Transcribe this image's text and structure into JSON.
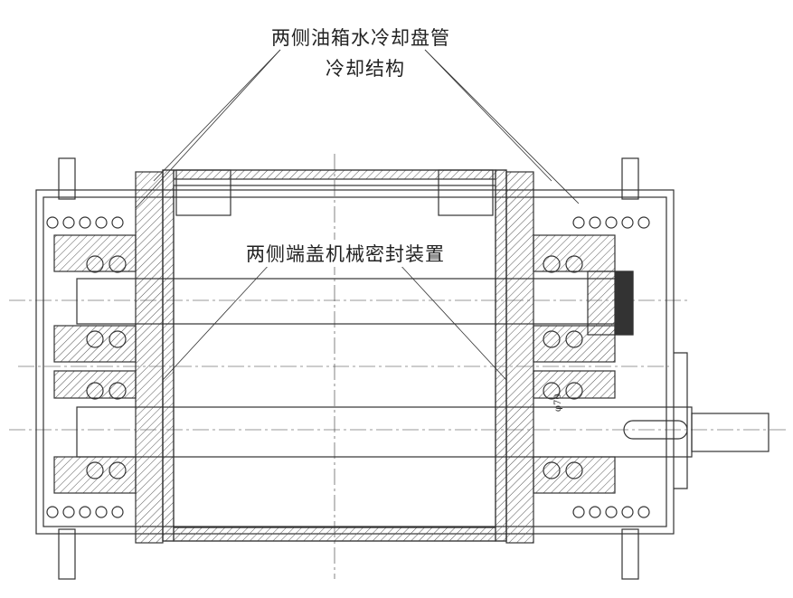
{
  "annotations": {
    "cooling_label_line1": "两侧油箱水冷却盘管",
    "cooling_label_line2": "冷却结构",
    "seal_label": "两侧端盖机械密封装置",
    "shaft_diameter": "φ70"
  },
  "colors": {
    "line": "#333333",
    "hatch": "#555555",
    "background": "#ffffff"
  }
}
